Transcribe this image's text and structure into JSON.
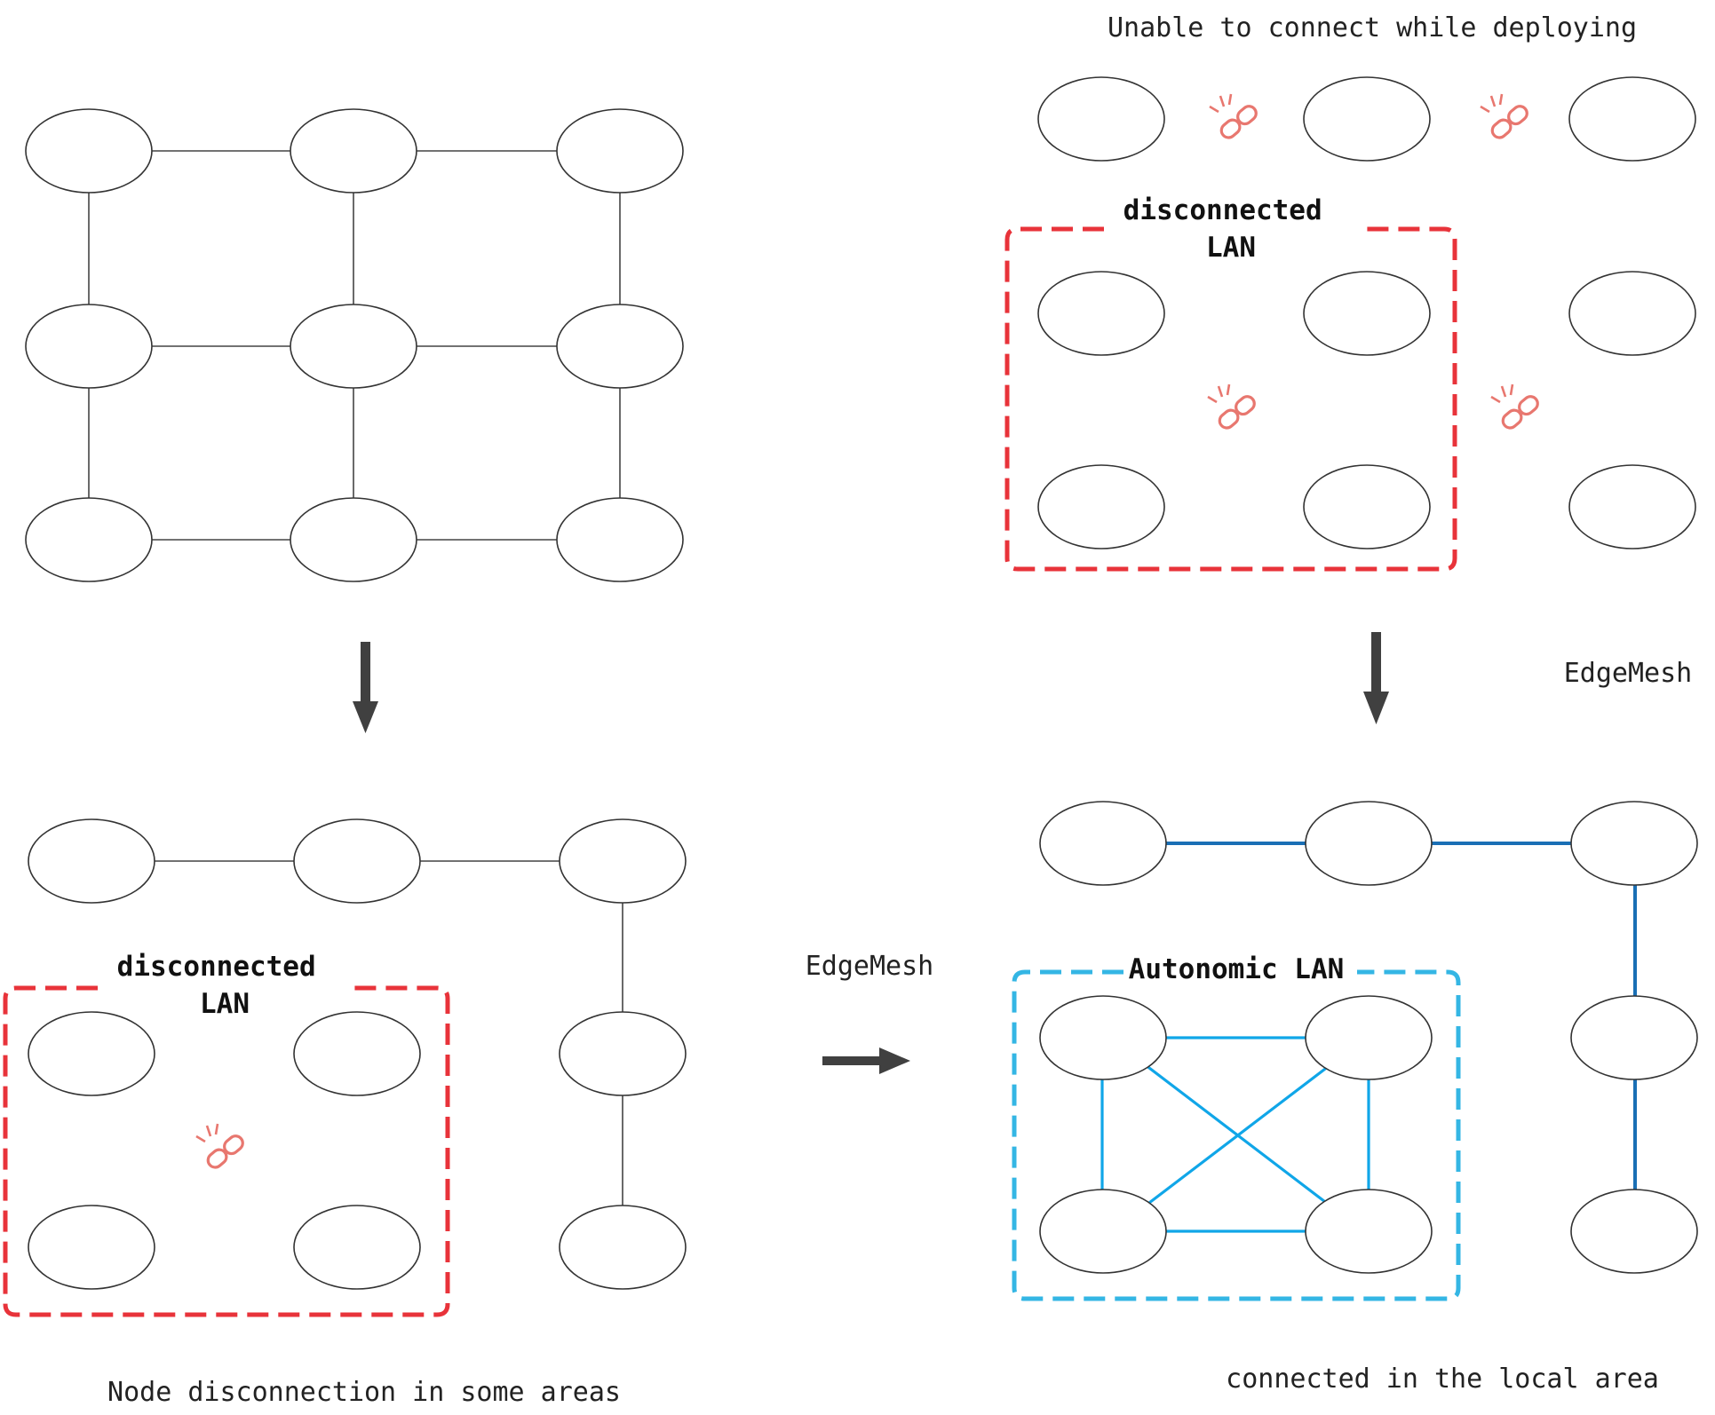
{
  "colors": {
    "node_stroke": "#333333",
    "line": "#444444",
    "disconnect_box": "#e8333a",
    "autonomic_box": "#34b6e4",
    "autonomic_link": "#10a6e8",
    "edgemesh_link": "#1a6fb5",
    "broken_link_icon": "#e8776f",
    "arrow": "#404040"
  },
  "labels": {
    "top_right_title": "Unable to connect while deploying",
    "top_right_box": [
      "disconnected",
      "LAN"
    ],
    "right_arrow_label": "EdgeMesh",
    "bottom_left_box": [
      "disconnected",
      "LAN"
    ],
    "bottom_left_caption": "Node disconnection in some areas",
    "middle_arrow_label": "EdgeMesh",
    "bottom_right_box": "Autonomic LAN",
    "bottom_right_caption": "connected in the local area"
  },
  "icons": {
    "broken_link": "broken-link-icon",
    "arrow_down": "arrow-down-icon",
    "arrow_right": "arrow-right-icon"
  }
}
